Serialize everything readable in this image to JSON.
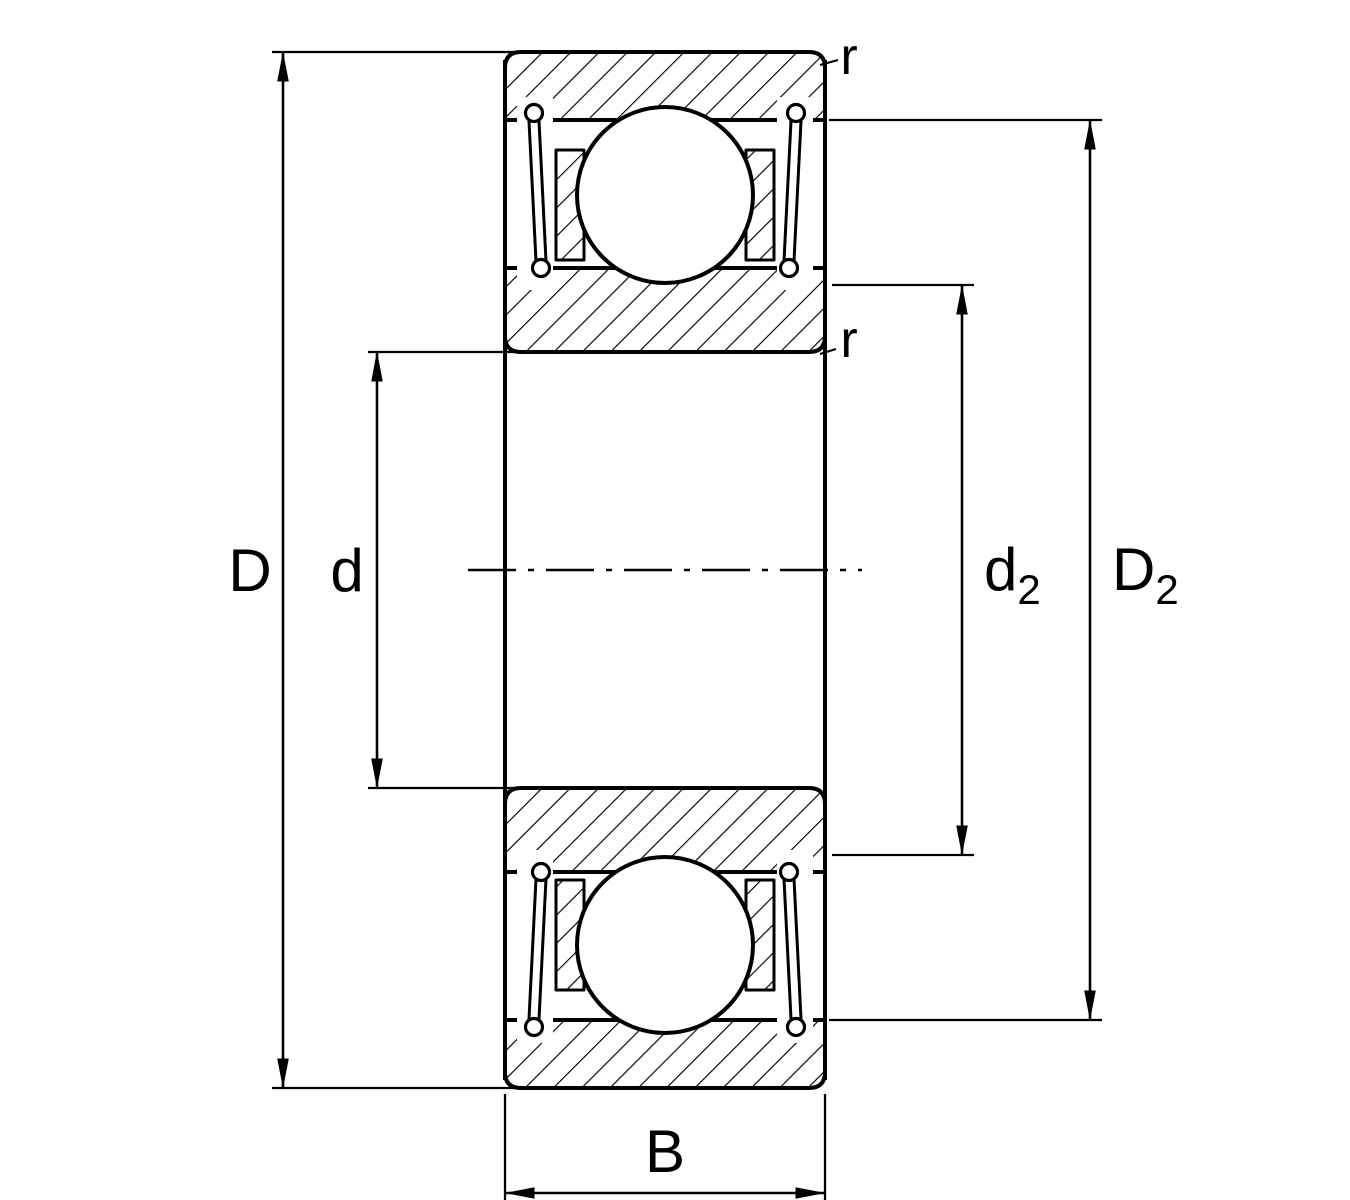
{
  "diagram": {
    "background": "#ffffff",
    "line_color": "#000000",
    "dimensions": {
      "outer_diameter": {
        "label": "D"
      },
      "bore_diameter": {
        "label": "d"
      },
      "recess_diameter": {
        "label": "d",
        "subscript": "2"
      },
      "shoulder_diameter": {
        "label": "D",
        "subscript": "2"
      },
      "width": {
        "label": "B"
      },
      "corner_radius_outer": {
        "label": "r"
      },
      "corner_radius_inner": {
        "label": "r"
      }
    }
  }
}
